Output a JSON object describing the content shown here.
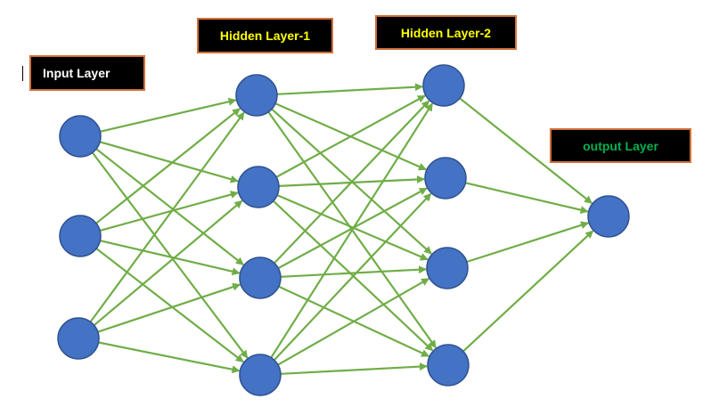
{
  "labels": {
    "input": "Input Layer",
    "hidden1": "Hidden Layer-1",
    "hidden2": "Hidden Layer-2",
    "output": "output Layer"
  },
  "colors": {
    "node_fill": "#4472c4",
    "node_stroke": "#2f528f",
    "edge": "#70ad47",
    "label_bg": "#000000",
    "label_border": "#d0703a",
    "input_text": "#ffffff",
    "hidden_text": "#ffff00",
    "output_text": "#00b050"
  },
  "network": {
    "layers": [
      {
        "name": "input",
        "nodes": 3
      },
      {
        "name": "hidden1",
        "nodes": 4
      },
      {
        "name": "hidden2",
        "nodes": 4
      },
      {
        "name": "output",
        "nodes": 1
      }
    ],
    "connectivity": "fully-connected"
  }
}
